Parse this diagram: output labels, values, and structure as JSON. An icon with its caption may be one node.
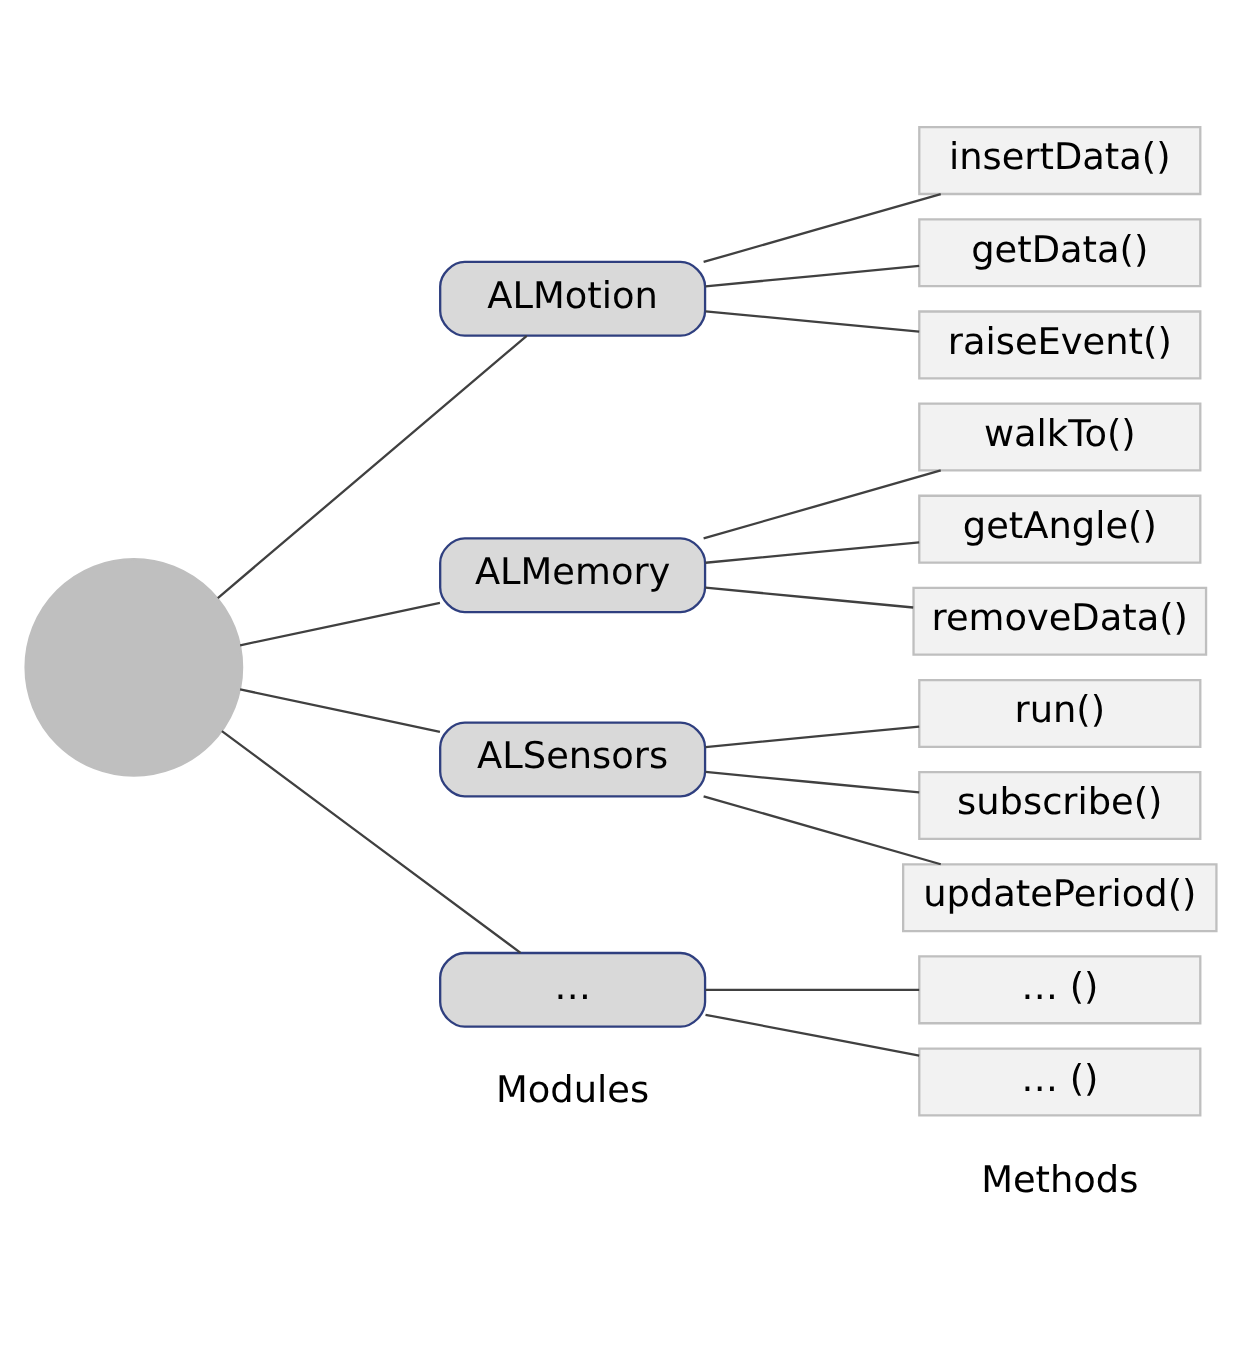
{
  "diagram": {
    "nodes": [
      {
        "text": [],
        "shape": "circle"
      },
      {
        "text": [
          "ALMotion"
        ]
      },
      {
        "text": [
          "insertData()"
        ]
      },
      {
        "text": [
          "getData()"
        ]
      },
      {
        "text": [
          "raiseEvent()"
        ]
      },
      {
        "text": [
          "ALMemory"
        ]
      },
      {
        "text": [
          "walkTo()"
        ]
      },
      {
        "text": [
          "getAngle()"
        ]
      },
      {
        "text": [
          "removeData()"
        ]
      },
      {
        "text": [
          "ALSensors"
        ]
      },
      {
        "text": [
          "run()"
        ]
      },
      {
        "text": [
          "subscribe()"
        ]
      },
      {
        "text": [
          "updatePeriod()"
        ]
      },
      {
        "text": [
          "…"
        ]
      },
      {
        "text": [
          "… ()"
        ]
      },
      {
        "text": [
          "… ()"
        ]
      }
    ],
    "edges": [
      {
        "from": 0,
        "to": 1,
        "arrow": "none"
      },
      {
        "from": 0,
        "to": 5,
        "arrow": "none"
      },
      {
        "from": 0,
        "to": 9,
        "arrow": "none"
      },
      {
        "from": 0,
        "to": 13,
        "arrow": "none"
      },
      {
        "from": 1,
        "to": 2,
        "arrow": "none"
      },
      {
        "from": 1,
        "to": 3,
        "arrow": "none"
      },
      {
        "from": 1,
        "to": 4,
        "arrow": "none"
      },
      {
        "from": 5,
        "to": 6,
        "arrow": "none"
      },
      {
        "from": 5,
        "to": 7,
        "arrow": "none"
      },
      {
        "from": 5,
        "to": 8,
        "arrow": "none"
      },
      {
        "from": 9,
        "to": 10,
        "arrow": "none"
      },
      {
        "from": 9,
        "to": 11,
        "arrow": "none"
      },
      {
        "from": 9,
        "to": 12,
        "arrow": "none"
      },
      {
        "from": 13,
        "to": 14,
        "arrow": "none"
      },
      {
        "from": 13,
        "to": 15,
        "arrow": "none"
      }
    ],
    "labels": [
      "Modules",
      "Methods"
    ]
  }
}
